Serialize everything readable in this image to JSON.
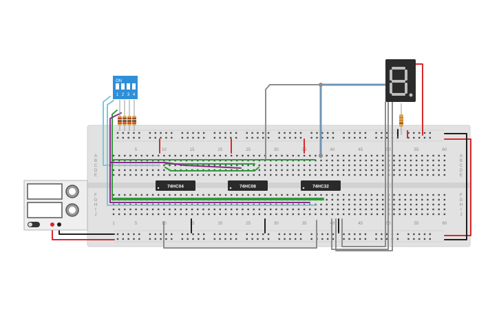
{
  "breadboard": {
    "column_numbers_top": [
      "5",
      "10",
      "15",
      "20",
      "25",
      "30",
      "35",
      "40",
      "45",
      "50",
      "55",
      "60"
    ],
    "column_numbers_bottom": [
      "1",
      "5",
      "10",
      "15",
      "20",
      "25",
      "30",
      "35",
      "40",
      "45",
      "50",
      "55",
      "60"
    ],
    "row_letters_top": [
      "A",
      "B",
      "C",
      "D",
      "E"
    ],
    "row_letters_bottom": [
      "F",
      "G",
      "H",
      "I",
      "J"
    ]
  },
  "chips": [
    {
      "label": "74HC04"
    },
    {
      "label": "74HC08"
    },
    {
      "label": "74HC32"
    }
  ],
  "dip_switch": {
    "on_label": "ON",
    "positions": [
      "1",
      "2",
      "3",
      "4"
    ]
  },
  "seven_segment": {
    "digit": "8."
  },
  "colors": {
    "breadboard": "#e4e4e4",
    "wire_green": "#2e9b3a",
    "wire_purple": "#8a2a8a",
    "wire_cyan": "#7ec6d6",
    "wire_gray": "#8c8c8c",
    "wire_red": "#d8272b",
    "wire_black": "#1e1e1e",
    "wire_steel_blue": "#6f93b3",
    "dip_blue": "#2f8fd8",
    "chip_body": "#2a2a2a"
  }
}
